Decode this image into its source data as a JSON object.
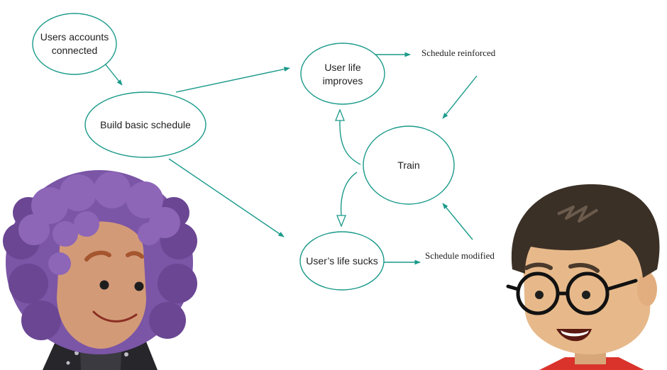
{
  "diagram": {
    "nodes": {
      "accounts": {
        "line1": "Users accounts",
        "line2": "connected"
      },
      "build": {
        "label": "Build basic schedule"
      },
      "improves": {
        "line1": "User life",
        "line2": "improves"
      },
      "train": {
        "label": "Train"
      },
      "sucks": {
        "label": "User’s life sucks"
      }
    },
    "labels": {
      "reinforced": "Schedule reinforced",
      "modified": "Schedule modified"
    }
  },
  "colors": {
    "stroke": "#1a9a8a",
    "woman_hair": "#7b55a6",
    "woman_skin": "#d39a78",
    "man_hair": "#3b3026",
    "man_skin": "#e7b98a",
    "man_shirt": "#d9332b"
  },
  "icons": [
    "woman-avatar-illustration",
    "man-avatar-illustration"
  ]
}
